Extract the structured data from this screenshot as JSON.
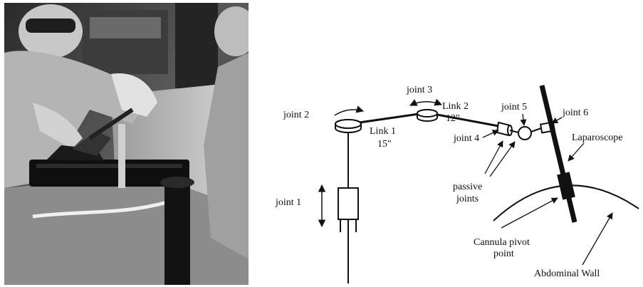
{
  "figure": {
    "photo": {
      "alt": "Surgeons operating with a robotic laparoscope holder arm"
    },
    "labels": {
      "joint1": "joint 1",
      "joint2": "joint 2",
      "joint3": "joint 3",
      "joint4": "joint 4",
      "joint5": "joint 5",
      "joint6": "joint 6",
      "link1_name": "Link 1",
      "link1_len": "15\"",
      "link2_name": "Link 2",
      "link2_len": "12\"",
      "passive_line1": "passive",
      "passive_line2": "joints",
      "laparoscope": "Laparoscope",
      "cannula_line1": "Cannula pivot",
      "cannula_line2": "point",
      "abdominal_wall": "Abdominal Wall"
    }
  }
}
